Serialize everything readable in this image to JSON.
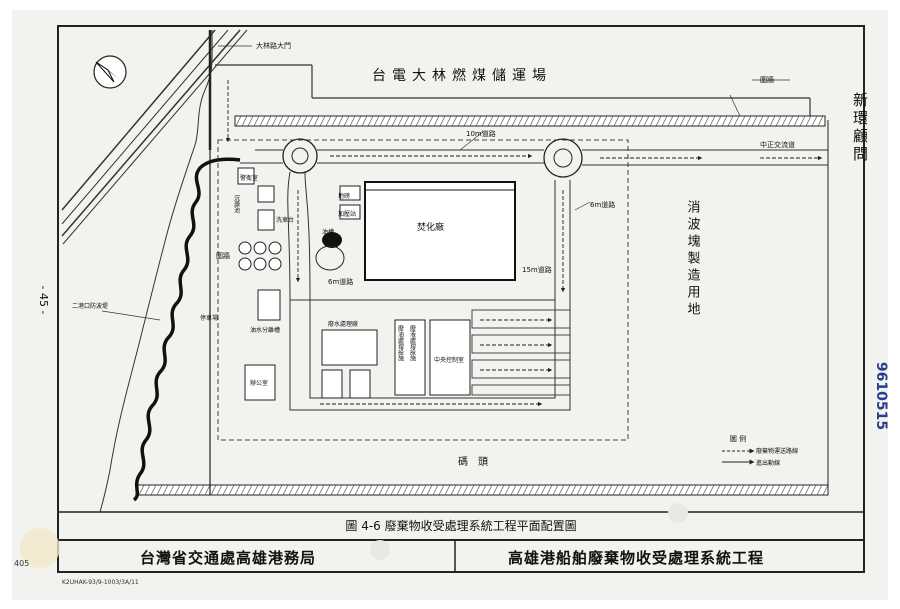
{
  "document": {
    "page_number": "- 45 -",
    "side_stamp": "新環顧問",
    "side_code": "9610515",
    "figure_caption": "圖 4-6 廢棄物收受處理系統工程平面配置圖",
    "agency": "台灣省交通處高雄港務局",
    "project": "高雄港船舶廢棄物收受處理系統工程",
    "footer_code": "K2UHAK-93/9-1003/3A/11",
    "corner_number": "405"
  },
  "map": {
    "top_area": "台電大林燃煤儲運場",
    "right_area": "消波塊製造用地",
    "bottom_area": "碼頭",
    "main_building": "焚化廠",
    "road_10m": "10m道路",
    "road_15m": "15m道路",
    "road_6m_top": "6m道路",
    "road_6m_bottom": "6m道路",
    "gate_label": "大林路大門",
    "right_fence_label": "圍牆",
    "right_road_label": "中正交流道",
    "left_fence_label": "圍牆",
    "left_levee_label": "二港口防波堤",
    "left_gate": "警衛室",
    "parking": "停車場",
    "office": "辦公室",
    "tank": "油槽",
    "oil_sep": "油水分離槽",
    "small_1": "地磅",
    "small_2": "加壓站",
    "small_3": "洗車台",
    "lab": "中央控制室",
    "ww_plant": "廢水處理廠",
    "vert_label_1": "廢油處理設施",
    "vert_label_2": "廢液處理設施",
    "vert_label_3": "沉澱池"
  },
  "legend": {
    "title": "圖 例",
    "items": [
      "廢棄物運送路線",
      "進出動線"
    ]
  }
}
